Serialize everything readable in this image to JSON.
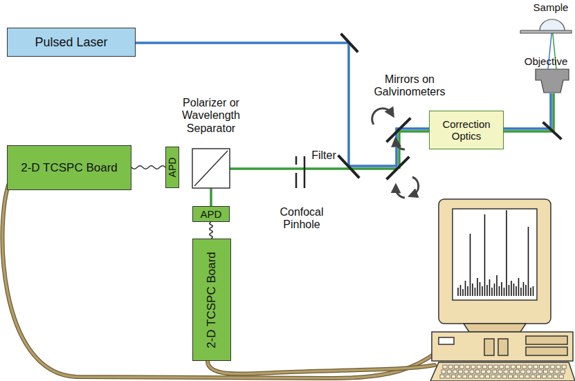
{
  "diagram": {
    "nodes": [
      {
        "text": [
          "Pulsed Laser"
        ]
      },
      {
        "text": [
          "2-D TCSPC Board"
        ]
      },
      {
        "text": [
          "APD"
        ]
      },
      {
        "text": [
          "APD"
        ]
      },
      {
        "text": [
          "2-D TCSPC Board"
        ]
      },
      {
        "text": [
          "Correction Optics"
        ]
      }
    ],
    "edges": [
      {
        "from": 2,
        "to": 1,
        "arrow": "none"
      },
      {
        "from": 3,
        "to": 4,
        "arrow": "none"
      }
    ],
    "labels": [
      "Polarizer or Wavelength Separator",
      "Filter",
      "Confocal Pinhole",
      "Mirrors on Galvinometers",
      "Sample",
      "Objective"
    ]
  }
}
